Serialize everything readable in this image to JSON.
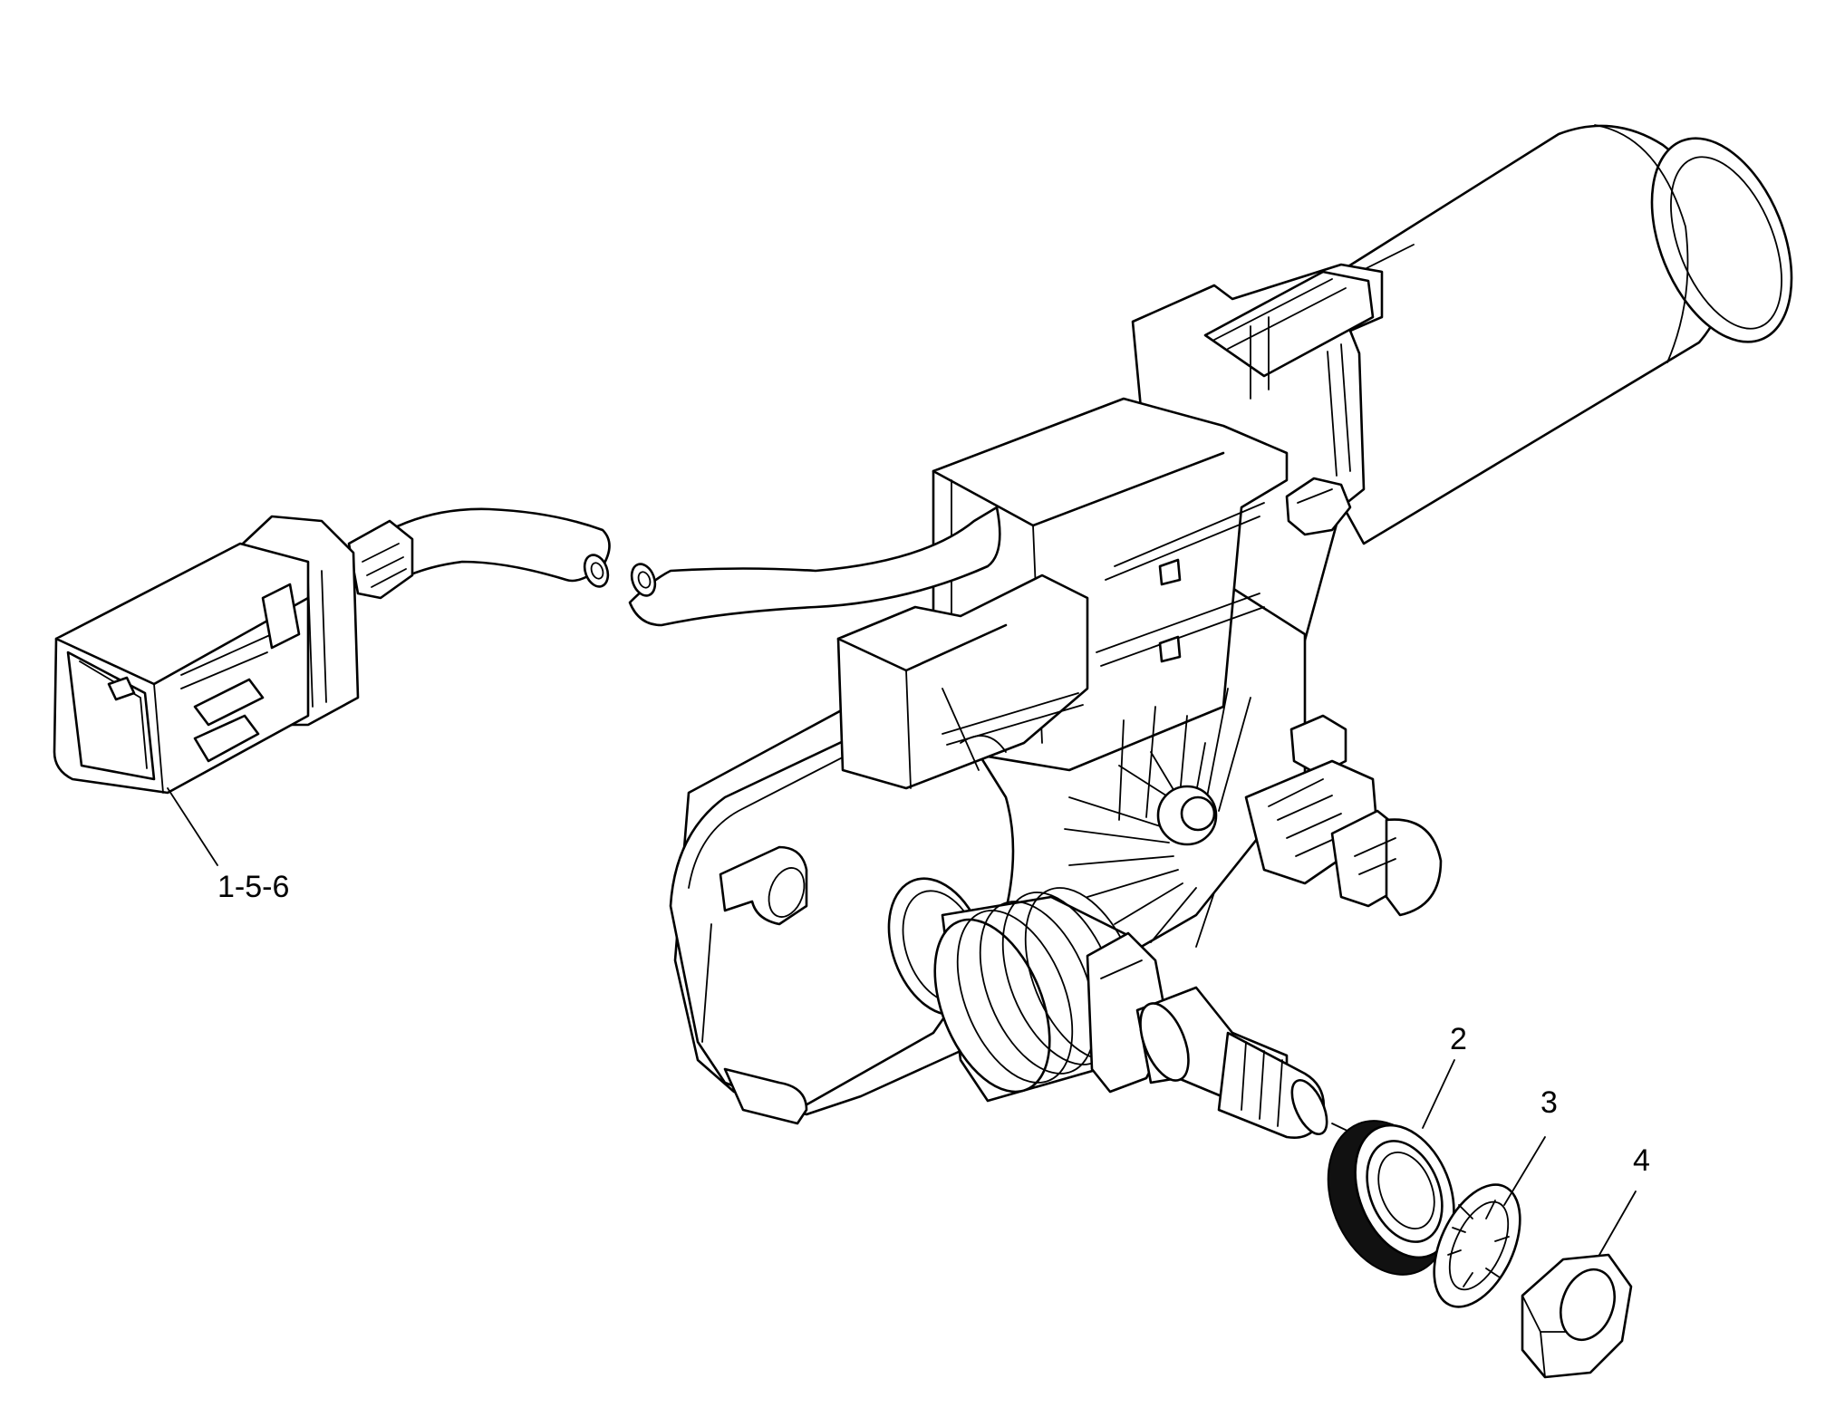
{
  "callouts": {
    "connector": "1-5-6",
    "gear": "2",
    "lock_washer": "3",
    "nut": "4"
  },
  "colors": {
    "line": "#000000",
    "background": "#ffffff"
  }
}
